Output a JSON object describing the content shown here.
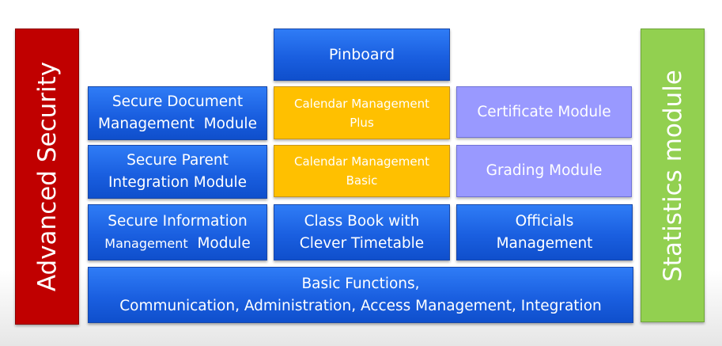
{
  "left_bar": {
    "label": "Advanced Security",
    "color": "#c00000"
  },
  "right_bar": {
    "label": "Statistics module",
    "color": "#92d050"
  },
  "pinboard": {
    "label": "Pinboard"
  },
  "row1": {
    "secure_document": {
      "line1": "Secure Document",
      "line2": "Management  Module"
    },
    "calendar_plus": {
      "line1": "Calendar Management",
      "line2": "Plus"
    },
    "certificate": {
      "label": "Certificate Module"
    }
  },
  "row2": {
    "secure_parent": {
      "line1": "Secure Parent",
      "line2": "Integration Module"
    },
    "calendar_basic": {
      "line1": "Calendar Management",
      "line2": "Basic"
    },
    "grading": {
      "label": "Grading Module"
    }
  },
  "row3": {
    "secure_information": {
      "line1": "Secure Information",
      "line2a": "Management",
      "line2b": "Module"
    },
    "class_book": {
      "line1": "Class Book with",
      "line2": "Clever Timetable"
    },
    "officials": {
      "line1": "Officials",
      "line2": "Management"
    }
  },
  "basic_functions": {
    "line1": "Basic Functions,",
    "line2": "Communication, Administration, Access Management, Integration"
  },
  "colors": {
    "blue": "#1a5fe0",
    "gold": "#ffc000",
    "lavender": "#9999ff"
  }
}
